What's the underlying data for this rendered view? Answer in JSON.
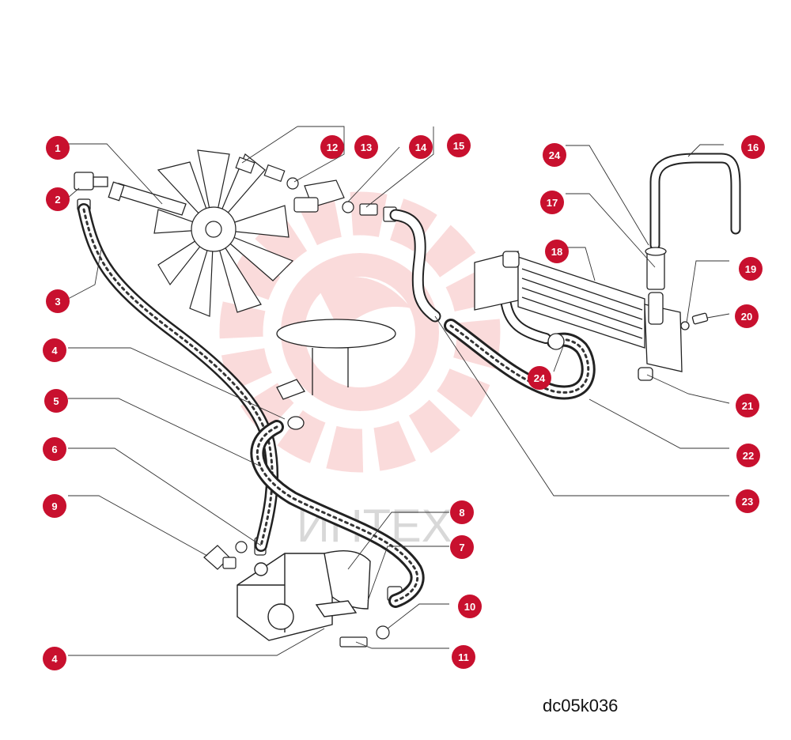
{
  "drawing": {
    "code": "dc05k036",
    "watermark": "ИНТЕХ",
    "badge_color": "#c8102e",
    "watermark_color": "#f08080"
  },
  "callouts": [
    {
      "number": "1"
    },
    {
      "number": "2"
    },
    {
      "number": "3"
    },
    {
      "number": "4"
    },
    {
      "number": "5"
    },
    {
      "number": "6"
    },
    {
      "number": "9"
    },
    {
      "number": "4"
    },
    {
      "number": "12"
    },
    {
      "number": "13"
    },
    {
      "number": "14"
    },
    {
      "number": "15"
    },
    {
      "number": "8"
    },
    {
      "number": "7"
    },
    {
      "number": "10"
    },
    {
      "number": "11"
    },
    {
      "number": "24"
    },
    {
      "number": "16"
    },
    {
      "number": "17"
    },
    {
      "number": "18"
    },
    {
      "number": "19"
    },
    {
      "number": "20"
    },
    {
      "number": "24"
    },
    {
      "number": "21"
    },
    {
      "number": "22"
    },
    {
      "number": "23"
    }
  ]
}
